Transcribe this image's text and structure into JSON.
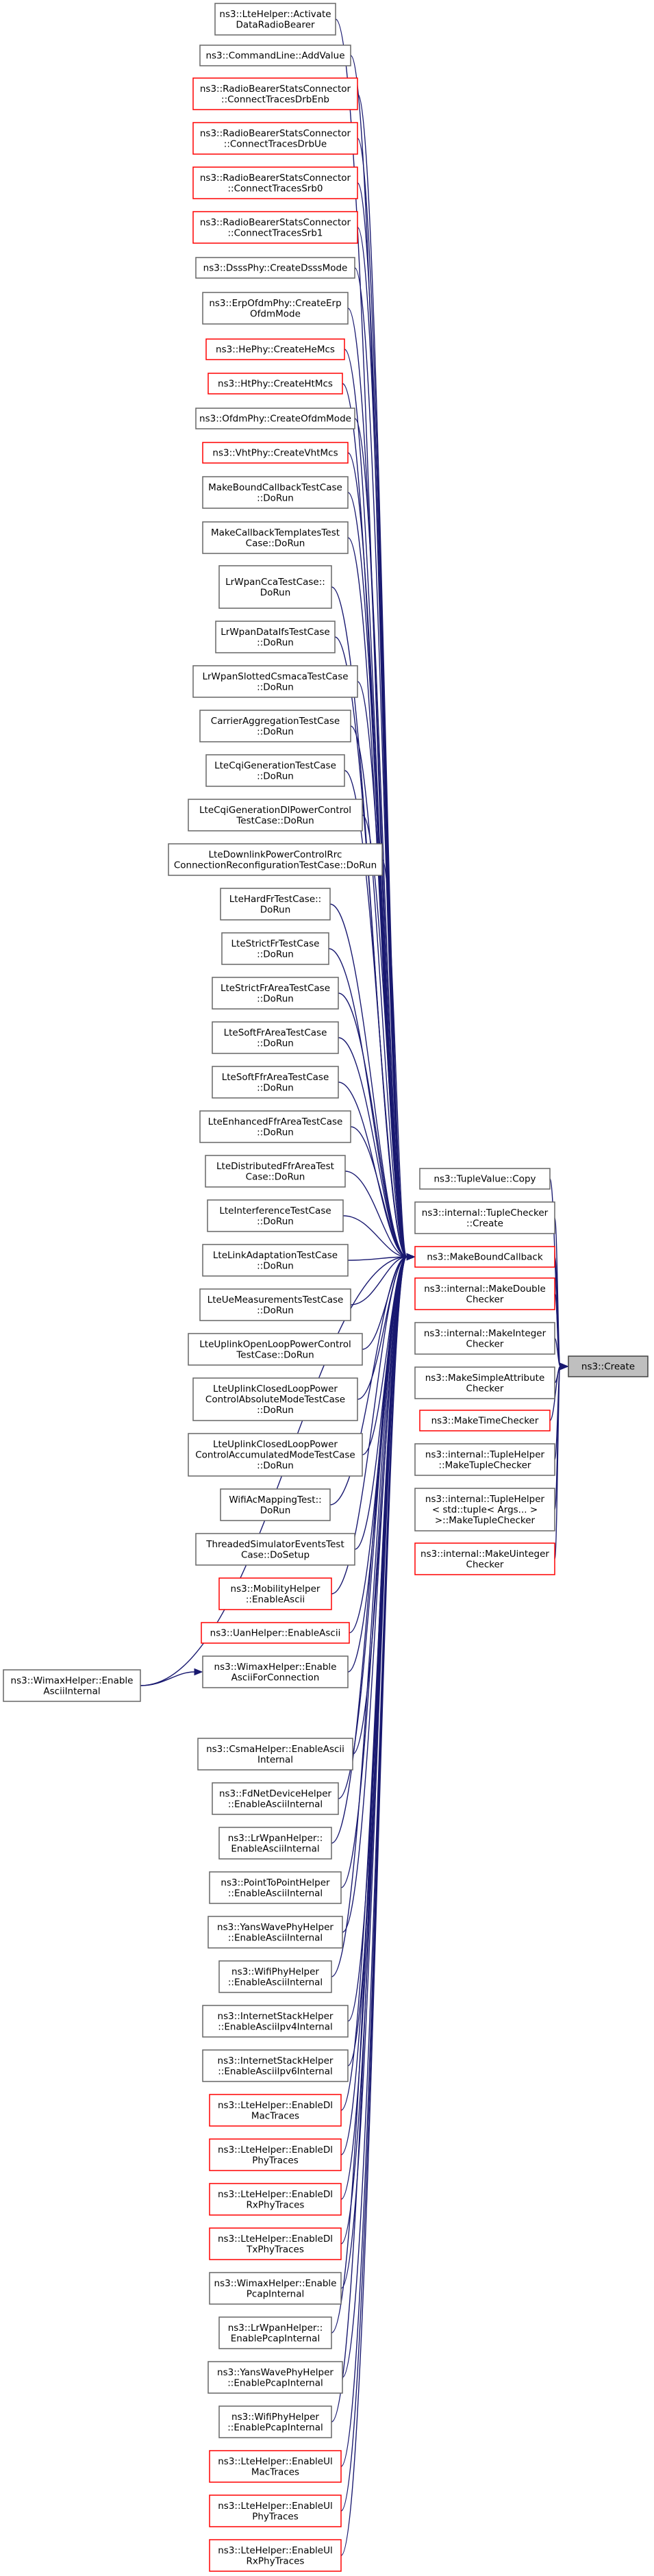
{
  "root": {
    "id": "create",
    "lines": [
      "ns3::Create"
    ]
  },
  "middle": [
    {
      "id": "copy",
      "lines": [
        "ns3::TupleValue::Copy"
      ],
      "color": "black"
    },
    {
      "id": "tcc",
      "lines": [
        "ns3::internal::TupleChecker",
        "::Create"
      ],
      "color": "black"
    },
    {
      "id": "mbc",
      "lines": [
        "ns3::MakeBoundCallback"
      ],
      "color": "red"
    },
    {
      "id": "mdc",
      "lines": [
        "ns3::internal::MakeDouble",
        "Checker"
      ],
      "color": "red"
    },
    {
      "id": "mic",
      "lines": [
        "ns3::internal::MakeInteger",
        "Checker"
      ],
      "color": "black"
    },
    {
      "id": "msac",
      "lines": [
        "ns3::MakeSimpleAttribute",
        "Checker"
      ],
      "color": "black"
    },
    {
      "id": "mtc",
      "lines": [
        "ns3::MakeTimeChecker"
      ],
      "color": "red"
    },
    {
      "id": "thm1",
      "lines": [
        "ns3::internal::TupleHelper",
        "::MakeTupleChecker"
      ],
      "color": "black"
    },
    {
      "id": "thm2",
      "lines": [
        "ns3::internal::TupleHelper",
        "< std::tuple< Args... >",
        ">::MakeTupleChecker"
      ],
      "color": "black"
    },
    {
      "id": "muc",
      "lines": [
        "ns3::internal::MakeUinteger",
        "Checker"
      ],
      "color": "red"
    }
  ],
  "callers": [
    {
      "id": "c1",
      "lines": [
        "ns3::LteHelper::Activate",
        "DataRadioBearer"
      ],
      "color": "black"
    },
    {
      "id": "c2",
      "lines": [
        "ns3::CommandLine::AddValue"
      ],
      "color": "black"
    },
    {
      "id": "c3",
      "lines": [
        "ns3::RadioBearerStatsConnector",
        "::ConnectTracesDrbEnb"
      ],
      "color": "red"
    },
    {
      "id": "c4",
      "lines": [
        "ns3::RadioBearerStatsConnector",
        "::ConnectTracesDrbUe"
      ],
      "color": "red"
    },
    {
      "id": "c5",
      "lines": [
        "ns3::RadioBearerStatsConnector",
        "::ConnectTracesSrb0"
      ],
      "color": "red"
    },
    {
      "id": "c6",
      "lines": [
        "ns3::RadioBearerStatsConnector",
        "::ConnectTracesSrb1"
      ],
      "color": "red"
    },
    {
      "id": "c7",
      "lines": [
        "ns3::DsssPhy::CreateDsssMode"
      ],
      "color": "black"
    },
    {
      "id": "c8",
      "lines": [
        "ns3::ErpOfdmPhy::CreateErp",
        "OfdmMode"
      ],
      "color": "black"
    },
    {
      "id": "c9",
      "lines": [
        "ns3::HePhy::CreateHeMcs"
      ],
      "color": "red"
    },
    {
      "id": "c10",
      "lines": [
        "ns3::HtPhy::CreateHtMcs"
      ],
      "color": "red"
    },
    {
      "id": "c11",
      "lines": [
        "ns3::OfdmPhy::CreateOfdmMode"
      ],
      "color": "black"
    },
    {
      "id": "c12",
      "lines": [
        "ns3::VhtPhy::CreateVhtMcs"
      ],
      "color": "red"
    },
    {
      "id": "c13",
      "lines": [
        "MakeBoundCallbackTestCase",
        "::DoRun"
      ],
      "color": "black"
    },
    {
      "id": "c14",
      "lines": [
        "MakeCallbackTemplatesTest",
        "Case::DoRun"
      ],
      "color": "black"
    },
    {
      "id": "c15",
      "lines": [
        "LrWpanCcaTestCase::",
        "DoRun"
      ],
      "color": "black"
    },
    {
      "id": "c16",
      "lines": [
        "LrWpanDataIfsTestCase",
        "::DoRun"
      ],
      "color": "black"
    },
    {
      "id": "c17",
      "lines": [
        "LrWpanSlottedCsmacaTestCase",
        "::DoRun"
      ],
      "color": "black"
    },
    {
      "id": "c18",
      "lines": [
        "CarrierAggregationTestCase",
        "::DoRun"
      ],
      "color": "black"
    },
    {
      "id": "c19",
      "lines": [
        "LteCqiGenerationTestCase",
        "::DoRun"
      ],
      "color": "black"
    },
    {
      "id": "c20",
      "lines": [
        "LteCqiGenerationDlPowerControl",
        "TestCase::DoRun"
      ],
      "color": "black"
    },
    {
      "id": "c21",
      "lines": [
        "LteDownlinkPowerControlRrc",
        "ConnectionReconfigurationTestCase::DoRun"
      ],
      "color": "black"
    },
    {
      "id": "c22",
      "lines": [
        "LteHardFrTestCase::",
        "DoRun"
      ],
      "color": "black"
    },
    {
      "id": "c23",
      "lines": [
        "LteStrictFrTestCase",
        "::DoRun"
      ],
      "color": "black"
    },
    {
      "id": "c24",
      "lines": [
        "LteStrictFrAreaTestCase",
        "::DoRun"
      ],
      "color": "black"
    },
    {
      "id": "c25",
      "lines": [
        "LteSoftFrAreaTestCase",
        "::DoRun"
      ],
      "color": "black"
    },
    {
      "id": "c26",
      "lines": [
        "LteSoftFfrAreaTestCase",
        "::DoRun"
      ],
      "color": "black"
    },
    {
      "id": "c27",
      "lines": [
        "LteEnhancedFfrAreaTestCase",
        "::DoRun"
      ],
      "color": "black"
    },
    {
      "id": "c28",
      "lines": [
        "LteDistributedFfrAreaTest",
        "Case::DoRun"
      ],
      "color": "black"
    },
    {
      "id": "c29",
      "lines": [
        "LteInterferenceTestCase",
        "::DoRun"
      ],
      "color": "black"
    },
    {
      "id": "c30",
      "lines": [
        "LteLinkAdaptationTestCase",
        "::DoRun"
      ],
      "color": "black"
    },
    {
      "id": "c31",
      "lines": [
        "LteUeMeasurementsTestCase",
        "::DoRun"
      ],
      "color": "black"
    },
    {
      "id": "c32",
      "lines": [
        "LteUplinkOpenLoopPowerControl",
        "TestCase::DoRun"
      ],
      "color": "black"
    },
    {
      "id": "c33",
      "lines": [
        "LteUplinkClosedLoopPower",
        "ControlAbsoluteModeTestCase",
        "::DoRun"
      ],
      "color": "black"
    },
    {
      "id": "c34",
      "lines": [
        "LteUplinkClosedLoopPower",
        "ControlAccumulatedModeTestCase",
        "::DoRun"
      ],
      "color": "black"
    },
    {
      "id": "c35",
      "lines": [
        "WifiAcMappingTest::",
        "DoRun"
      ],
      "color": "black"
    },
    {
      "id": "c36",
      "lines": [
        "ThreadedSimulatorEventsTest",
        "Case::DoSetup"
      ],
      "color": "black"
    },
    {
      "id": "c37",
      "lines": [
        "ns3::MobilityHelper",
        "::EnableAscii"
      ],
      "color": "red"
    },
    {
      "id": "c38",
      "lines": [
        "ns3::UanHelper::EnableAscii"
      ],
      "color": "red"
    },
    {
      "id": "c39",
      "lines": [
        "ns3::WimaxHelper::Enable",
        "AsciiForConnection"
      ],
      "color": "black"
    },
    {
      "id": "c40",
      "lines": [
        "ns3::CsmaHelper::EnableAscii",
        "Internal"
      ],
      "color": "black"
    },
    {
      "id": "c41",
      "lines": [
        "ns3::FdNetDeviceHelper",
        "::EnableAsciiInternal"
      ],
      "color": "black"
    },
    {
      "id": "c42",
      "lines": [
        "ns3::LrWpanHelper::",
        "EnableAsciiInternal"
      ],
      "color": "black"
    },
    {
      "id": "c43",
      "lines": [
        "ns3::PointToPointHelper",
        "::EnableAsciiInternal"
      ],
      "color": "black"
    },
    {
      "id": "c44",
      "lines": [
        "ns3::YansWavePhyHelper",
        "::EnableAsciiInternal"
      ],
      "color": "black"
    },
    {
      "id": "c45",
      "lines": [
        "ns3::WifiPhyHelper",
        "::EnableAsciiInternal"
      ],
      "color": "black"
    },
    {
      "id": "c46",
      "lines": [
        "ns3::InternetStackHelper",
        "::EnableAsciiIpv4Internal"
      ],
      "color": "black"
    },
    {
      "id": "c47",
      "lines": [
        "ns3::InternetStackHelper",
        "::EnableAsciiIpv6Internal"
      ],
      "color": "black"
    },
    {
      "id": "c48",
      "lines": [
        "ns3::LteHelper::EnableDl",
        "MacTraces"
      ],
      "color": "red"
    },
    {
      "id": "c49",
      "lines": [
        "ns3::LteHelper::EnableDl",
        "PhyTraces"
      ],
      "color": "red"
    },
    {
      "id": "c50",
      "lines": [
        "ns3::LteHelper::EnableDl",
        "RxPhyTraces"
      ],
      "color": "red"
    },
    {
      "id": "c51",
      "lines": [
        "ns3::LteHelper::EnableDl",
        "TxPhyTraces"
      ],
      "color": "red"
    },
    {
      "id": "c52",
      "lines": [
        "ns3::WimaxHelper::Enable",
        "PcapInternal"
      ],
      "color": "black"
    },
    {
      "id": "c53",
      "lines": [
        "ns3::LrWpanHelper::",
        "EnablePcapInternal"
      ],
      "color": "black"
    },
    {
      "id": "c54",
      "lines": [
        "ns3::YansWavePhyHelper",
        "::EnablePcapInternal"
      ],
      "color": "black"
    },
    {
      "id": "c55",
      "lines": [
        "ns3::WifiPhyHelper",
        "::EnablePcapInternal"
      ],
      "color": "black"
    },
    {
      "id": "c56",
      "lines": [
        "ns3::LteHelper::EnableUl",
        "MacTraces"
      ],
      "color": "red"
    },
    {
      "id": "c57",
      "lines": [
        "ns3::LteHelper::EnableUl",
        "PhyTraces"
      ],
      "color": "red"
    },
    {
      "id": "c58",
      "lines": [
        "ns3::LteHelper::EnableUl",
        "RxPhyTraces"
      ],
      "color": "red"
    }
  ],
  "far_left": {
    "id": "wai",
    "lines": [
      "ns3::WimaxHelper::Enable",
      "AsciiInternal"
    ],
    "color": "black"
  }
}
